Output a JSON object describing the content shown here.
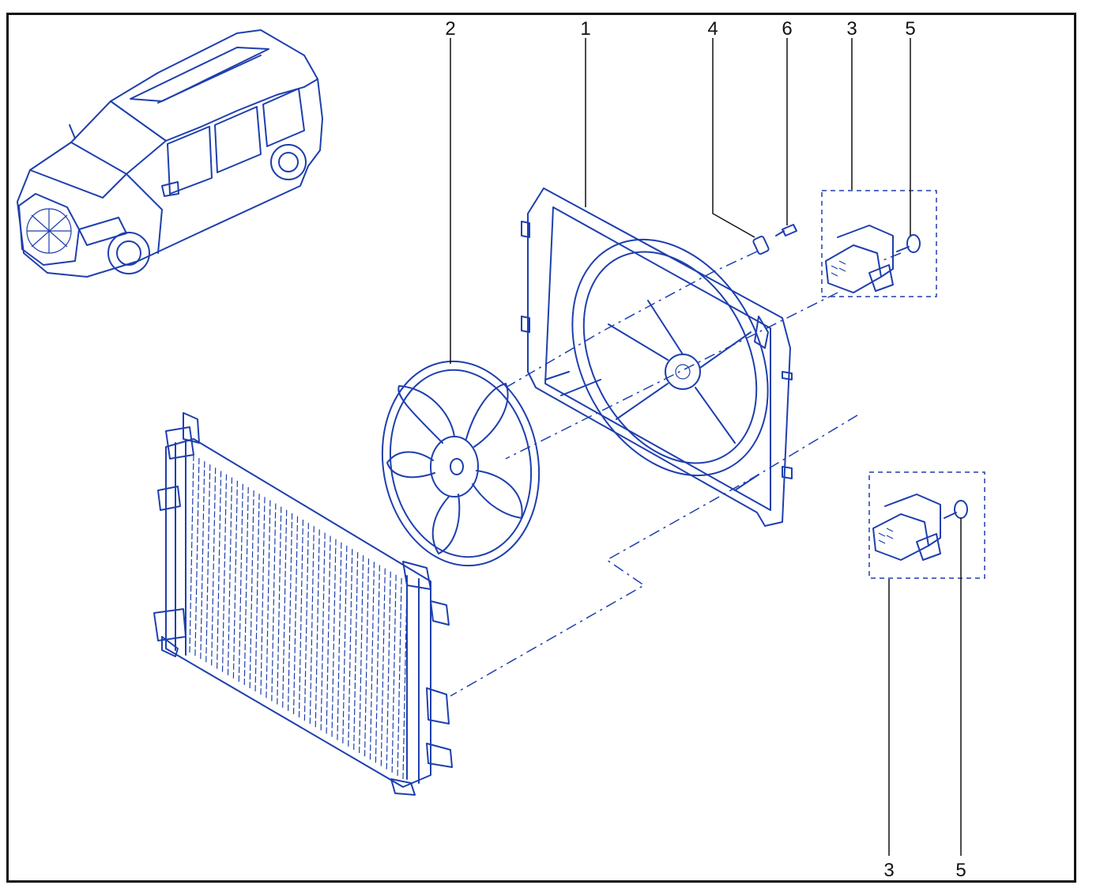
{
  "diagram": {
    "callouts": {
      "fan_shroud": "1",
      "fan_blade": "2",
      "resistor_top": "3",
      "spacer": "4",
      "screw_top": "5",
      "bolt": "6",
      "resistor_bottom": "3",
      "screw_bottom": "5"
    },
    "colors": {
      "line_art": "#1e3fae",
      "callout_text": "#111111",
      "frame": "#111111",
      "background": "#ffffff"
    },
    "icons": [
      "vehicle-icon",
      "radiator-icon",
      "fan-blade-icon",
      "fan-shroud-icon",
      "resistor-icon",
      "screw-icon",
      "spacer-icon",
      "bolt-icon"
    ]
  }
}
